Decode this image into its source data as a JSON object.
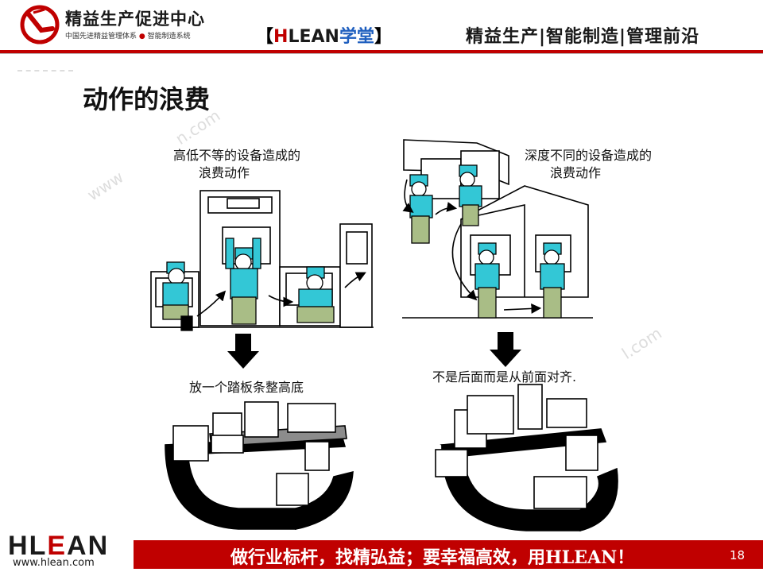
{
  "header": {
    "org_name": "精益生产促进中心",
    "org_sub_a": "中国先进精益管理体系",
    "org_sub_b": "智能制造系统",
    "brand_open": "【",
    "brand_h": "H",
    "brand_lean": "LEAN",
    "brand_cn": "学堂",
    "brand_close": "】",
    "tagline": "精益生产|智能制造|管理前沿"
  },
  "slide": {
    "title": "动作的浪费",
    "left": {
      "caption_line1": "高低不等的设备造成的",
      "caption_line2": "浪费动作",
      "result_caption": "放一个踏板条整高底"
    },
    "right": {
      "caption_line1": "深度不同的设备造成的",
      "caption_line2": "浪费动作",
      "result_caption": "不是后面而是从前面对齐."
    }
  },
  "watermarks": [
    "www",
    "n.com",
    "l.com"
  ],
  "footer": {
    "logo_h": "H",
    "logo_l": "L",
    "logo_e": "E",
    "logo_an": "AN",
    "url": "www.hlean.com",
    "slogan": "做行业标杆，找精弘益；要幸福高效，用HLEAN！",
    "page_number": "18"
  },
  "colors": {
    "accent_red": "#c00000",
    "brand_blue": "#1f5fbf",
    "worker_shirt": "#33c7d6",
    "worker_pants": "#a9bd86",
    "platform_grey": "#8c8c8c"
  }
}
